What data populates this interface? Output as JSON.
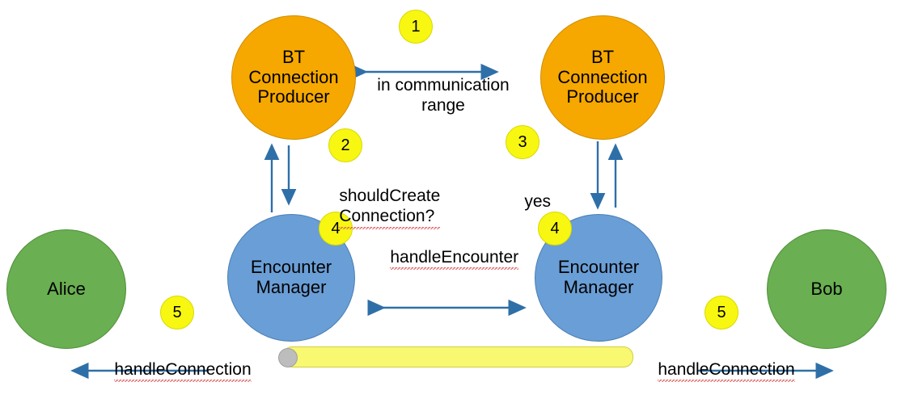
{
  "diagram": {
    "title": "BT connection / encounter sequence",
    "colors": {
      "orange": "#f6a800",
      "blue": "#6a9ed6",
      "green": "#6aaf52",
      "badge": "#f7f712",
      "arrow": "#2f6fa8",
      "pill": "#f9f871",
      "pill_handle": "#bdbdbd"
    },
    "nodes": [
      {
        "id": "producer-left",
        "label": "BT\nConnection\nProducer",
        "color": "orange"
      },
      {
        "id": "producer-right",
        "label": "BT\nConnection\nProducer",
        "color": "orange"
      },
      {
        "id": "manager-left",
        "label": "Encounter\nManager",
        "color": "blue"
      },
      {
        "id": "manager-right",
        "label": "Encounter\nManager",
        "color": "blue"
      },
      {
        "id": "person-alice",
        "label": "Alice",
        "color": "green"
      },
      {
        "id": "person-bob",
        "label": "Bob",
        "color": "green"
      }
    ],
    "badges": [
      {
        "id": "badge-1",
        "number": "1"
      },
      {
        "id": "badge-2",
        "number": "2"
      },
      {
        "id": "badge-3",
        "number": "3"
      },
      {
        "id": "badge-4-left",
        "number": "4"
      },
      {
        "id": "badge-4-right",
        "number": "4"
      },
      {
        "id": "badge-5-left",
        "number": "5"
      },
      {
        "id": "badge-5-right",
        "number": "5"
      }
    ],
    "labels": {
      "in_communication_range": "in communication\nrange",
      "should_create_connection": "shouldCreate\nConnection?",
      "yes": "yes",
      "handle_encounter": "handleEncounter",
      "handle_connection_left": "handleConnection",
      "handle_connection_right": "handleConnection"
    }
  }
}
